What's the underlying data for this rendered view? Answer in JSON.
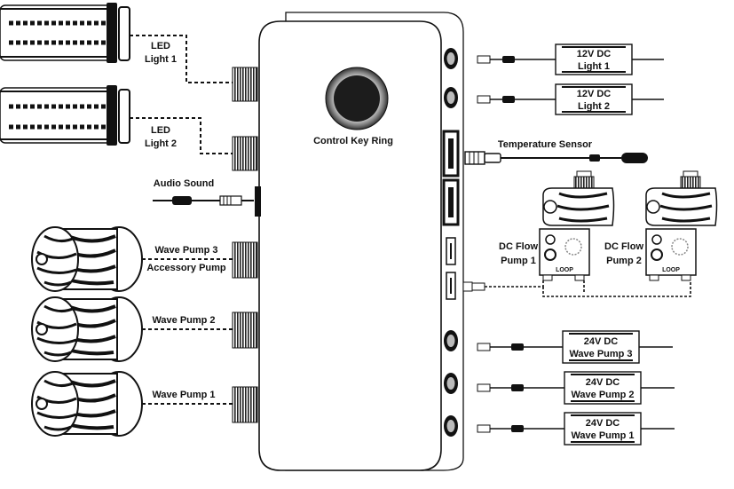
{
  "controller": {
    "ring_label": "Control Key Ring"
  },
  "left_connections": {
    "led_light_1": [
      "LED",
      "Light 1"
    ],
    "led_light_2": [
      "LED",
      "Light 2"
    ],
    "audio_sound": "Audio Sound",
    "wave_pump_3": [
      "Wave Pump 3",
      "Accessory Pump"
    ],
    "wave_pump_2": "Wave Pump 2",
    "wave_pump_1": "Wave Pump 1"
  },
  "right_connections": {
    "adapter_light_1": [
      "12V DC",
      "Light 1"
    ],
    "adapter_light_2": [
      "12V DC",
      "Light 2"
    ],
    "temperature_sensor": "Temperature Sensor",
    "dc_flow_pump_1": [
      "DC Flow",
      "Pump 1"
    ],
    "dc_flow_pump_2": [
      "DC Flow",
      "Pump 2"
    ],
    "pump_brand": "LOOP",
    "adapter_wave_pump_3": [
      "24V DC",
      "Wave Pump 3"
    ],
    "adapter_wave_pump_2": [
      "24V DC",
      "Wave Pump 2"
    ],
    "adapter_wave_pump_1": [
      "24V DC",
      "Wave Pump 1"
    ]
  }
}
